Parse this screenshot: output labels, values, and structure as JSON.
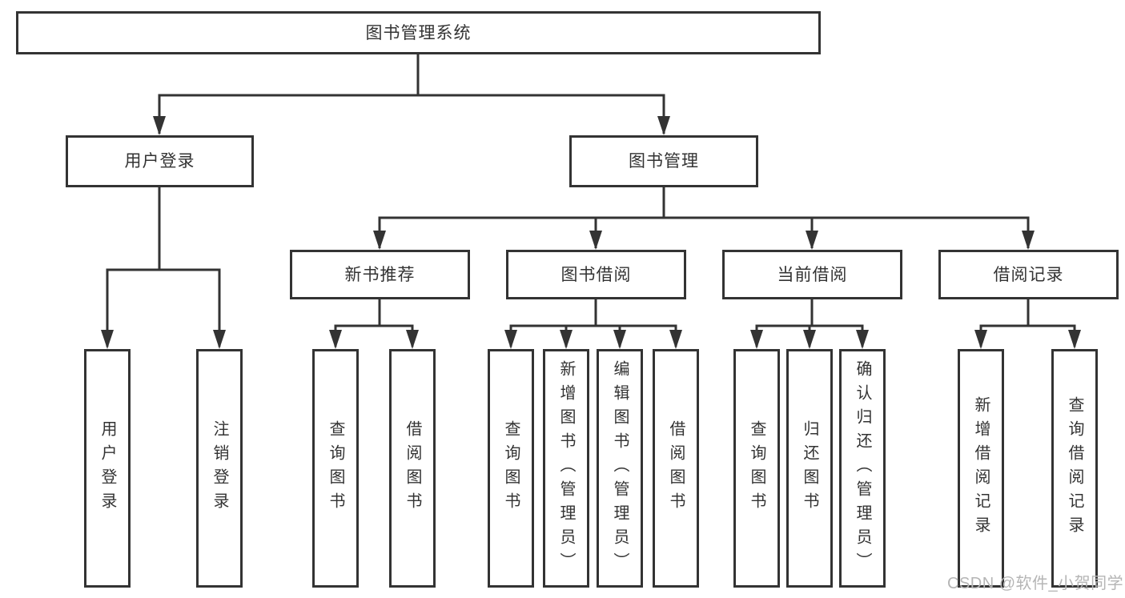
{
  "diagram_title": "图书管理系统",
  "nodes": {
    "root": "图书管理系统",
    "userLogin": "用户登录",
    "bookMgmt": "图书管理",
    "newBookRec": "新书推荐",
    "bookBorrow": "图书借阅",
    "currentBorrow": "当前借阅",
    "borrowRecords": "借阅记录",
    "ulLogin": "用户登录",
    "ulLogout": "注销登录",
    "nbQuery": "查询图书",
    "nbBorrow": "借阅图书",
    "bbQuery": "查询图书",
    "bbAdd": "新增图书（管理员）",
    "bbEdit": "编辑图书（管理员）",
    "bbBorrow": "借阅图书",
    "cbQuery": "查询图书",
    "cbReturn": "归还图书",
    "cbConfirm": "确认归还（管理员）",
    "brAdd": "新增借阅记录",
    "brQuery": "查询借阅记录"
  },
  "hierarchy": {
    "图书管理系统": {
      "用户登录": [
        "用户登录",
        "注销登录"
      ],
      "图书管理": {
        "新书推荐": [
          "查询图书",
          "借阅图书"
        ],
        "图书借阅": [
          "查询图书",
          "新增图书（管理员）",
          "编辑图书（管理员）",
          "借阅图书"
        ],
        "当前借阅": [
          "查询图书",
          "归还图书",
          "确认归还（管理员）"
        ],
        "借阅记录": [
          "新增借阅记录",
          "查询借阅记录"
        ]
      }
    }
  },
  "watermark": "CSDN @软件_小贺同学",
  "colors": {
    "line": "#333333",
    "box_border": "#333333",
    "text": "#333333",
    "watermark": "#b5b5b5",
    "background": "#ffffff"
  }
}
